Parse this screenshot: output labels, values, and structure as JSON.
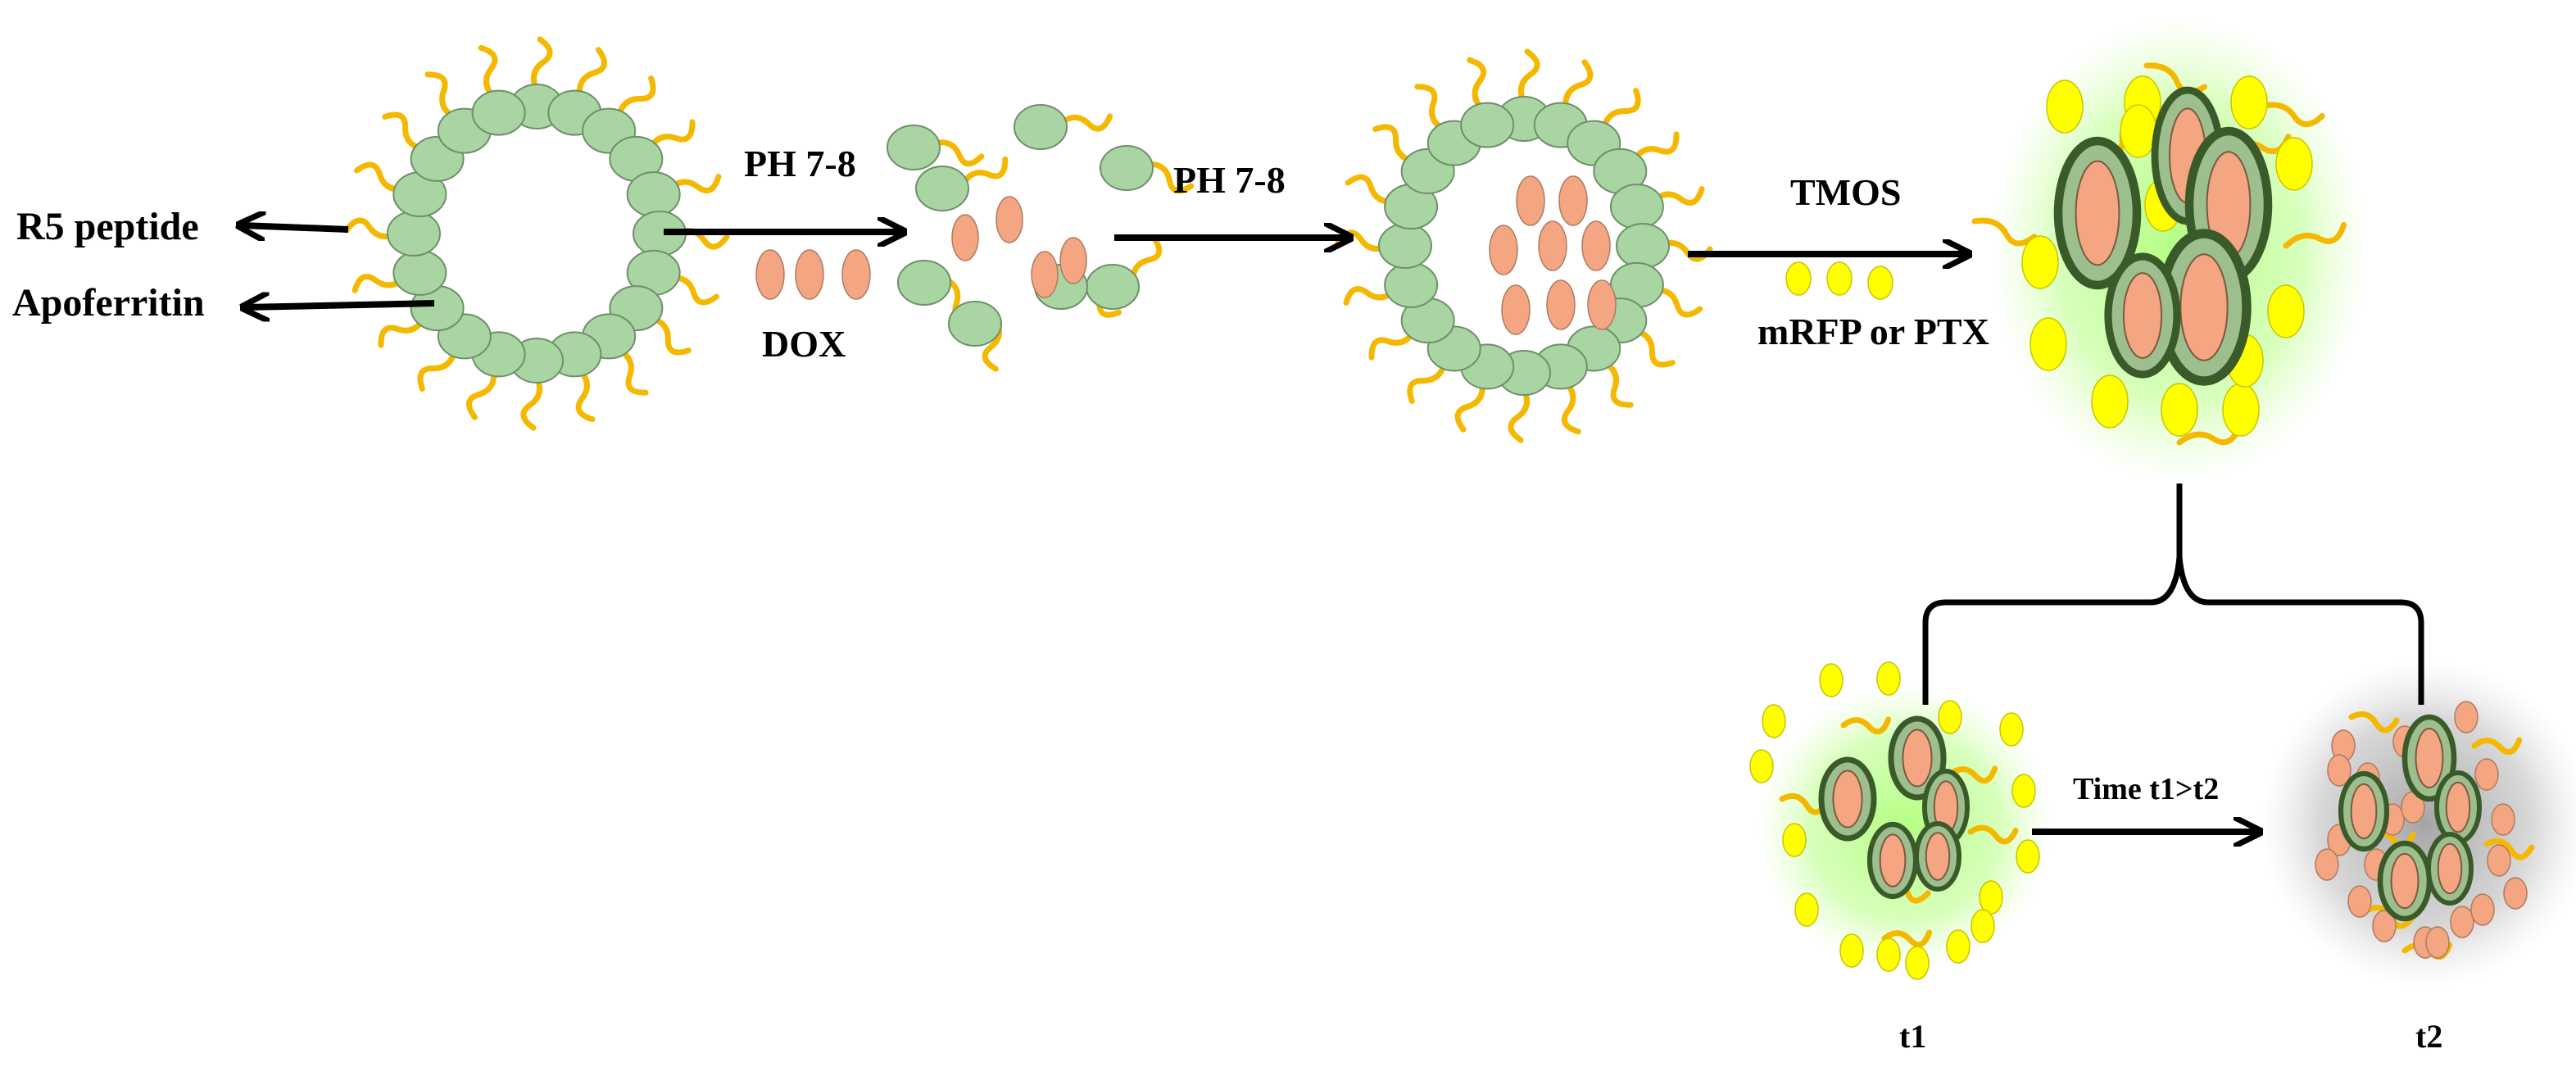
{
  "labels": {
    "r5_peptide": "R5 peptide",
    "apoferritin": "Apoferritin",
    "ph_step1": "PH 7-8",
    "dox": "DOX",
    "ph_step2": "PH 7-8",
    "tmos": "TMOS",
    "cargo": "mRFP or PTX",
    "time_arrow": "Time t1>t2",
    "t1": "t1",
    "t2": "t2"
  },
  "colors": {
    "apoferritin_subunit": "#a8d5a2",
    "dox": "#f4a582",
    "peptide_chain": "#f5b800",
    "cargo_particle": "#ffff00",
    "silica_shell": "#3a5a2a",
    "glow_green": "#9bff5a",
    "glow_grey": "#9e9e9e"
  }
}
